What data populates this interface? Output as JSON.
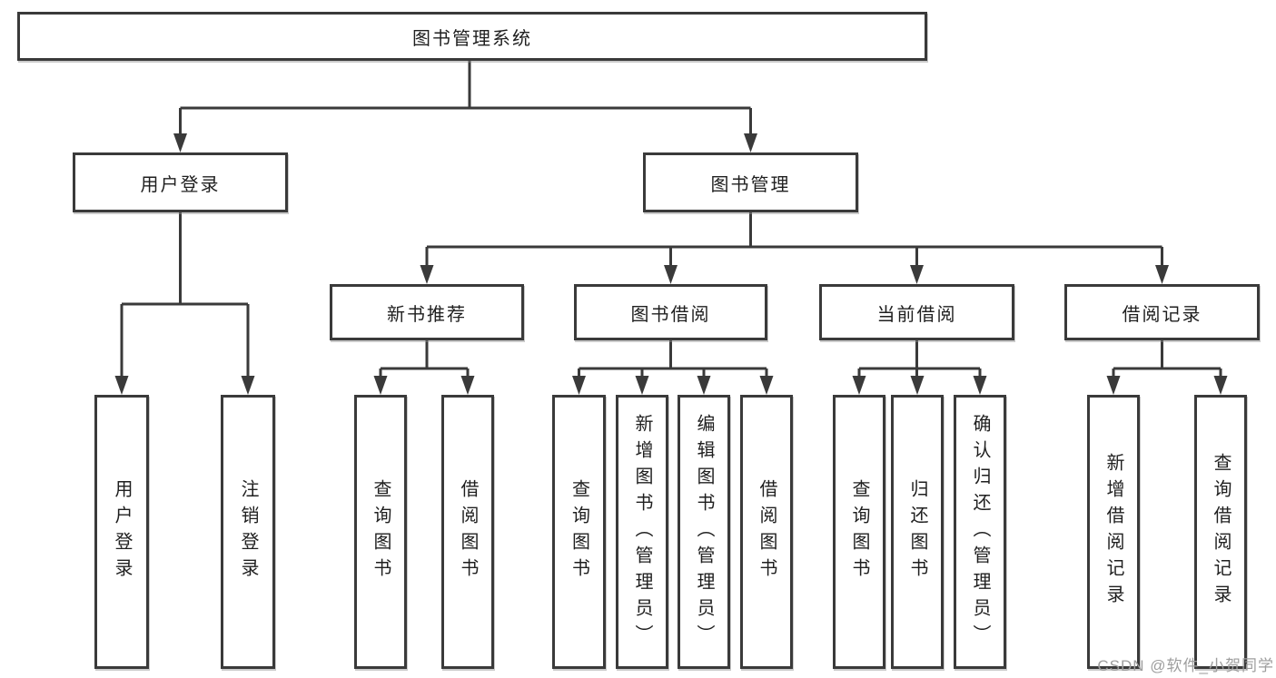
{
  "diagram_type": "hierarchy-tree",
  "colors": {
    "line": "#3a3a3a",
    "box_border": "#3a3a3a",
    "text": "#1f1f1f",
    "watermark": "#9e9e9e",
    "background": "#ffffff"
  },
  "watermark": "CSDN @软件_小贺同学",
  "tree": {
    "label": "图书管理系统",
    "children": [
      {
        "label": "用户登录",
        "children": [
          {
            "label": "用户登录"
          },
          {
            "label": "注销登录"
          }
        ]
      },
      {
        "label": "图书管理",
        "children": [
          {
            "label": "新书推荐",
            "children": [
              {
                "label": "查询图书"
              },
              {
                "label": "借阅图书"
              }
            ]
          },
          {
            "label": "图书借阅",
            "children": [
              {
                "label": "查询图书"
              },
              {
                "label": "新增图书（管理员）"
              },
              {
                "label": "编辑图书（管理员）"
              },
              {
                "label": "借阅图书"
              }
            ]
          },
          {
            "label": "当前借阅",
            "children": [
              {
                "label": "查询图书"
              },
              {
                "label": "归还图书"
              },
              {
                "label": "确认归还（管理员）"
              }
            ]
          },
          {
            "label": "借阅记录",
            "children": [
              {
                "label": "新增借阅记录"
              },
              {
                "label": "查询借阅记录"
              }
            ]
          }
        ]
      }
    ]
  }
}
